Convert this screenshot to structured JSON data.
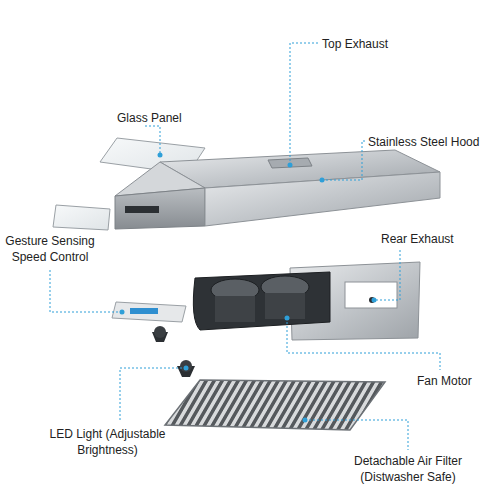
{
  "diagram": {
    "labels": [
      "Top Exhaust",
      "Glass Panel",
      "Stainless Steel Hood",
      "Gesture Sensing Speed Control",
      "Rear Exhaust",
      "Fan Motor",
      "LED Light (Adjustable Brightness)",
      "Detachable Air Filter (Distwasher Safe)"
    ]
  }
}
